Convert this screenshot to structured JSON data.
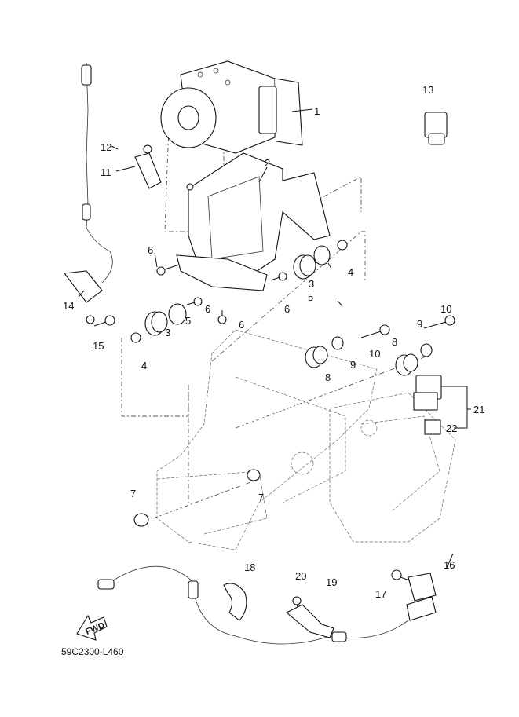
{
  "diagram": {
    "code": "59C2300-L460",
    "direction_label": "FWD",
    "callouts": [
      {
        "id": "c1",
        "text": "1"
      },
      {
        "id": "c2",
        "text": "2"
      },
      {
        "id": "c3a",
        "text": "3"
      },
      {
        "id": "c3b",
        "text": "3"
      },
      {
        "id": "c4a",
        "text": "4"
      },
      {
        "id": "c4b",
        "text": "4"
      },
      {
        "id": "c5a",
        "text": "5"
      },
      {
        "id": "c5b",
        "text": "5"
      },
      {
        "id": "c6a",
        "text": "6"
      },
      {
        "id": "c6b",
        "text": "6"
      },
      {
        "id": "c6c",
        "text": "6"
      },
      {
        "id": "c6d",
        "text": "6"
      },
      {
        "id": "c7a",
        "text": "7"
      },
      {
        "id": "c7b",
        "text": "7"
      },
      {
        "id": "c8a",
        "text": "8"
      },
      {
        "id": "c8b",
        "text": "8"
      },
      {
        "id": "c9a",
        "text": "9"
      },
      {
        "id": "c9b",
        "text": "9"
      },
      {
        "id": "c10a",
        "text": "10"
      },
      {
        "id": "c10b",
        "text": "10"
      },
      {
        "id": "c11",
        "text": "11"
      },
      {
        "id": "c12",
        "text": "12"
      },
      {
        "id": "c13",
        "text": "13"
      },
      {
        "id": "c14",
        "text": "14"
      },
      {
        "id": "c15",
        "text": "15"
      },
      {
        "id": "c16",
        "text": "16"
      },
      {
        "id": "c17",
        "text": "17"
      },
      {
        "id": "c18",
        "text": "18"
      },
      {
        "id": "c19",
        "text": "19"
      },
      {
        "id": "c20",
        "text": "20"
      },
      {
        "id": "c21",
        "text": "21"
      },
      {
        "id": "c22",
        "text": "22"
      }
    ]
  }
}
